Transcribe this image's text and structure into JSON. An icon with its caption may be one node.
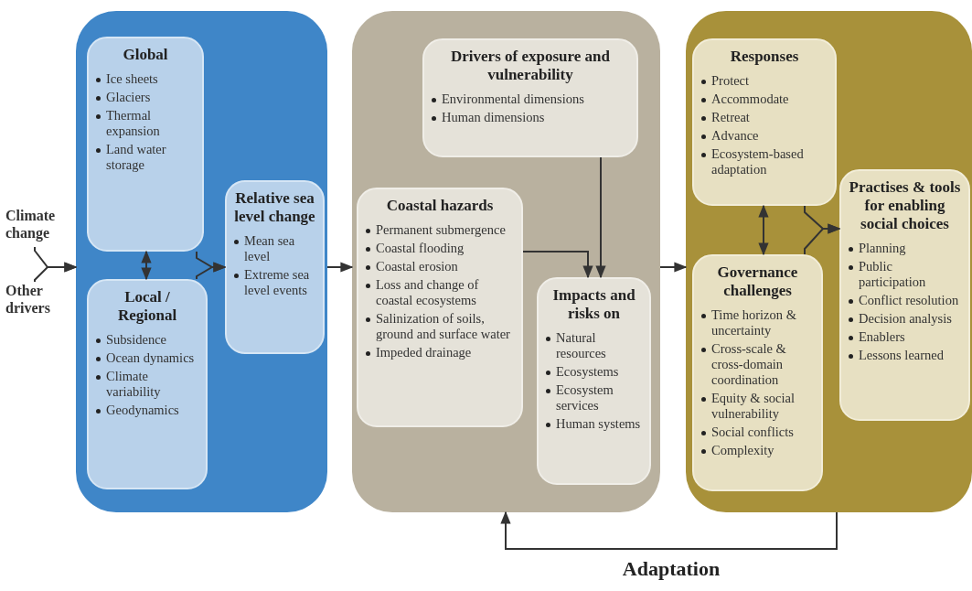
{
  "diagram": {
    "nodes": [
      {
        "text": [
          "Climate change"
        ]
      },
      {
        "text": [
          "Other drivers"
        ]
      },
      {
        "text": [],
        "shape": "box"
      },
      {
        "text": [
          "Global",
          "Ice sheets",
          "Glaciers",
          "Thermal expansion",
          "Land water storage"
        ],
        "in": 2
      },
      {
        "text": [
          "Local / Regional",
          "Subsidence",
          "Ocean dynamics",
          "Climate variability",
          "Geodynamics"
        ],
        "in": 2
      },
      {
        "text": [
          "Relative sea level change",
          "Mean sea level",
          "Extreme sea level events"
        ],
        "in": 2
      },
      {
        "text": [],
        "shape": "box"
      },
      {
        "text": [
          "Drivers of exposure and vulnerability",
          "Environmental dimensions",
          "Human dimensions"
        ],
        "in": 6
      },
      {
        "text": [
          "Coastal hazards",
          "Permanent submergence",
          "Coastal flooding",
          "Coastal erosion",
          "Loss and change of coastal ecosystems",
          "Salinization of soils, ground and surface water",
          "Impeded drainage"
        ],
        "in": 6
      },
      {
        "text": [
          "Impacts and risks on",
          "Natural resources",
          "Ecosystems",
          "Ecosystem services",
          "Human systems"
        ],
        "in": 6
      },
      {
        "text": [],
        "shape": "box"
      },
      {
        "text": [
          "Responses",
          "Protect",
          "Accommodate",
          "Retreat",
          "Advance",
          "Ecosystem-based adaptation"
        ],
        "in": 10
      },
      {
        "text": [
          "Governance challenges",
          "Time horizon & uncertainty",
          "Cross-scale & cross-domain coordination",
          "Equity & social vulnerability",
          "Social conflicts",
          "Complexity"
        ],
        "in": 10
      },
      {
        "text": [
          "Practises & tools for enabling social choices",
          "Planning",
          "Public participation",
          "Conflict resolution",
          "Decision analysis",
          "Enablers",
          "Lessons learned"
        ],
        "in": 10
      }
    ],
    "edges": [
      {
        "from": 0,
        "to": 2,
        "arrow": "to"
      },
      {
        "from": 1,
        "to": 2,
        "arrow": "to"
      },
      {
        "from": 3,
        "to": 4,
        "arrow": "both"
      },
      {
        "from": 3,
        "to": 5,
        "arrow": "to"
      },
      {
        "from": 4,
        "to": 5,
        "arrow": "to"
      },
      {
        "from": 2,
        "to": 6,
        "arrow": "to"
      },
      {
        "from": 8,
        "to": 9,
        "arrow": "to"
      },
      {
        "from": 7,
        "to": 9,
        "arrow": "to"
      },
      {
        "from": 6,
        "to": 10,
        "arrow": "to"
      },
      {
        "from": 11,
        "to": 12,
        "arrow": "both"
      },
      {
        "from": 11,
        "to": 13,
        "arrow": "to"
      },
      {
        "from": 12,
        "to": 13,
        "arrow": "to"
      },
      {
        "from": 10,
        "to": 6,
        "arrow": "to",
        "label": "Adaptation"
      }
    ]
  }
}
